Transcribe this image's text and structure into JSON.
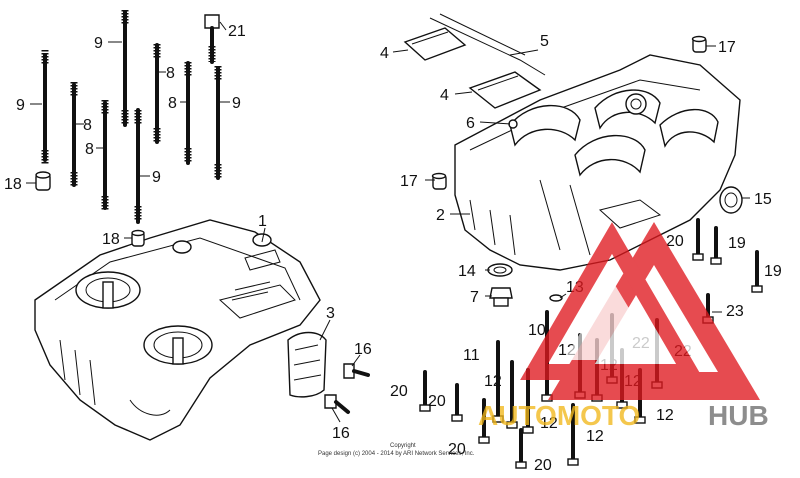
{
  "callouts": {
    "c1": "1",
    "c2": "2",
    "c3": "3",
    "c4a": "4",
    "c4b": "4",
    "c5": "5",
    "c6": "6",
    "c7": "7",
    "c8a": "8",
    "c8b": "8",
    "c8c": "8",
    "c8d": "8",
    "c9a": "9",
    "c9b": "9",
    "c9c": "9",
    "c9d": "9",
    "c10": "10",
    "c11": "11",
    "c12a": "12",
    "c12b": "12",
    "c12c": "12",
    "c12d": "12",
    "c12e": "12",
    "c12f": "12",
    "c12g": "12",
    "c13": "13",
    "c14": "14",
    "c15": "15",
    "c16a": "16",
    "c16b": "16",
    "c17a": "17",
    "c17b": "17",
    "c18a": "18",
    "c18b": "18",
    "c19a": "19",
    "c19b": "19",
    "c20a": "20",
    "c20b": "20",
    "c20c": "20",
    "c20d": "20",
    "c20e": "20",
    "c21": "21",
    "c22a": "22",
    "c22b": "22",
    "c23": "23"
  },
  "copyright": {
    "line1": "Copyright",
    "line2": "Page design (c) 2004 - 2014 by ARI Network Services, Inc."
  },
  "watermark": {
    "text_a": "AUTOMOTO",
    "text_b": "HUB",
    "color_red": "#e0191f",
    "color_gold": "#f2b81c",
    "color_gray": "#6e6e6e"
  }
}
